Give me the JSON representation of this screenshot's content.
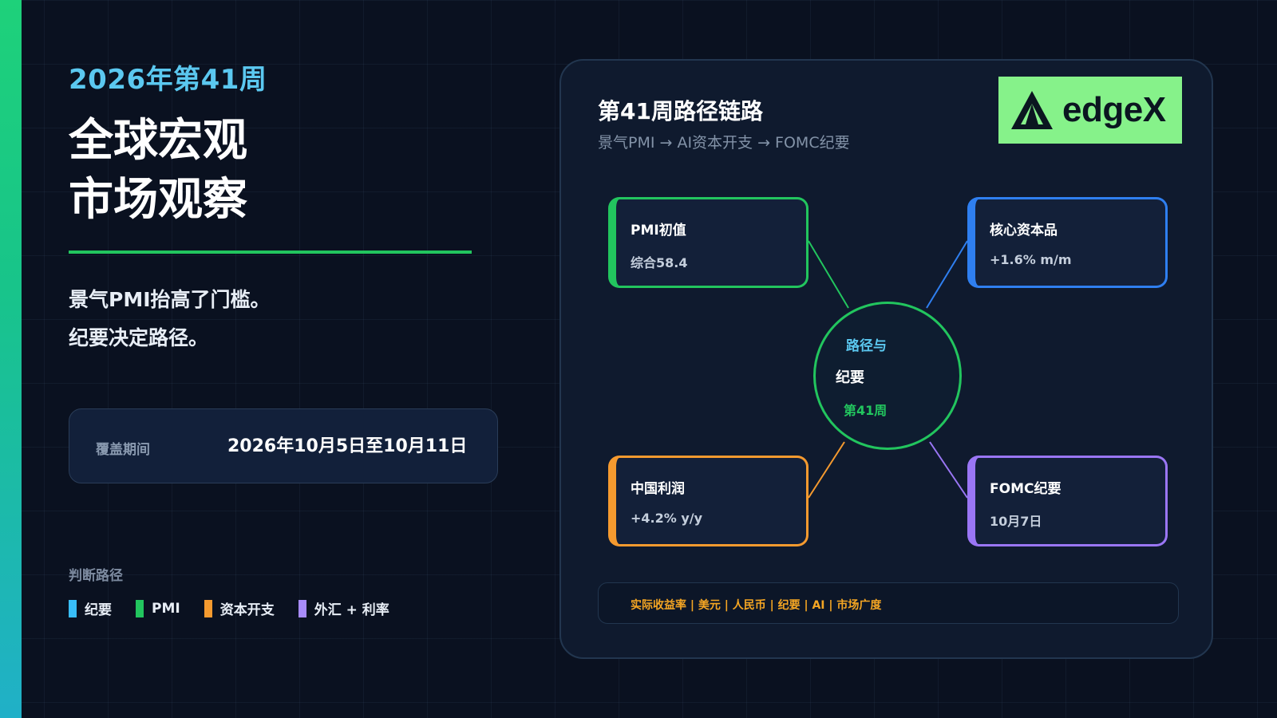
{
  "header": {
    "week_label": "2026年第41周",
    "title_line1": "全球宏观",
    "title_line2": "市场观察"
  },
  "thesis": {
    "line1": "景气PMI抬高了门槛。",
    "line2": "纪要决定路径。"
  },
  "period": {
    "label": "覆盖期间",
    "value": "2026年10月5日至10月11日"
  },
  "legend": {
    "title": "判断路径",
    "items": [
      {
        "label": "纪要",
        "color": "#38bdf8"
      },
      {
        "label": "PMI",
        "color": "#22c55e"
      },
      {
        "label": "资本开支",
        "color": "#f59a2f"
      },
      {
        "label": "外汇 + 利率",
        "color": "#a78bfa"
      }
    ]
  },
  "panel": {
    "title": "第41周路径链路",
    "subtitle": "景气PMI → AI资本开支 → FOMC纪要",
    "logo_text": "edgeX",
    "logo_color": "#86f28a",
    "nodes": {
      "pmi": {
        "title": "PMI初值",
        "value": "综合58.4",
        "color": "#22c55e"
      },
      "capex": {
        "title": "核心资本品",
        "value": "+1.6% m/m",
        "color": "#2f7ff0"
      },
      "china": {
        "title": "中国利润",
        "value": "+4.2% y/y",
        "color": "#f59a2f"
      },
      "fomc": {
        "title": "FOMC纪要",
        "value": "10月7日",
        "color": "#9a76f5"
      }
    },
    "hub": {
      "line1": "路径与",
      "line2": "纪要",
      "line3": "第41周"
    },
    "focus_bar": "实际收益率 | 美元 | 人民币 | 纪要 | AI | 市场广度"
  }
}
